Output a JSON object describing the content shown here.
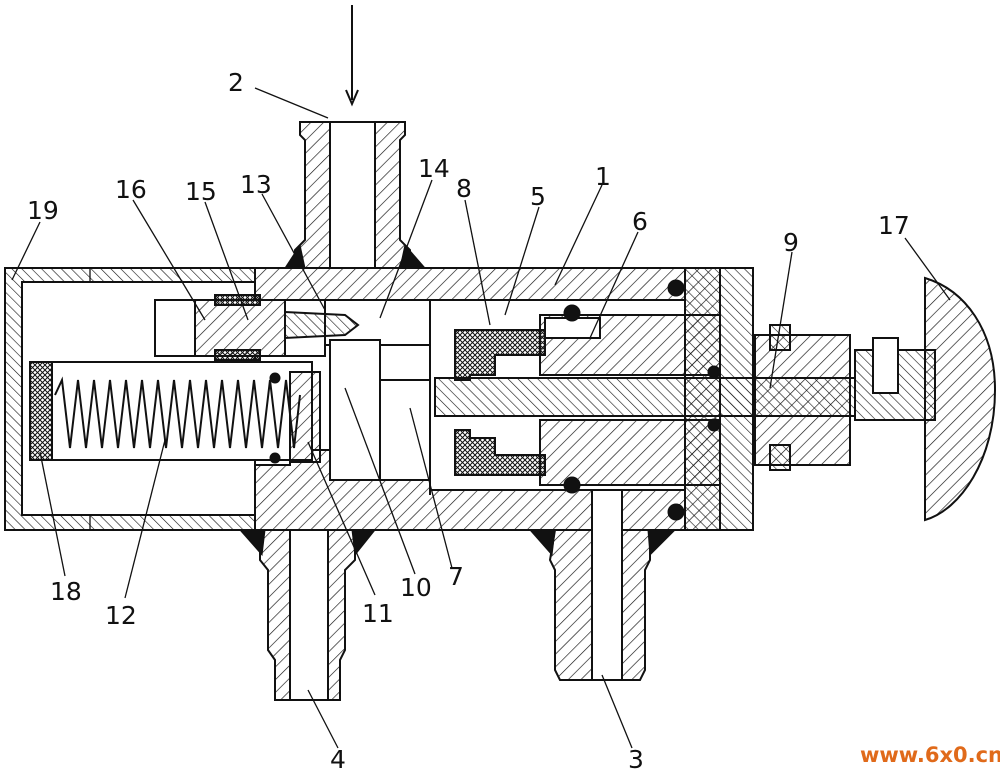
{
  "callouts": [
    {
      "key": "n1",
      "text": "1"
    },
    {
      "key": "n2",
      "text": "2"
    },
    {
      "key": "n3",
      "text": "3"
    },
    {
      "key": "n4",
      "text": "4"
    },
    {
      "key": "n5",
      "text": "5"
    },
    {
      "key": "n6",
      "text": "6"
    },
    {
      "key": "n7",
      "text": "7"
    },
    {
      "key": "n8",
      "text": "8"
    },
    {
      "key": "n9",
      "text": "9"
    },
    {
      "key": "n10",
      "text": "10"
    },
    {
      "key": "n11",
      "text": "11"
    },
    {
      "key": "n12",
      "text": "12"
    },
    {
      "key": "n13",
      "text": "13"
    },
    {
      "key": "n14",
      "text": "14"
    },
    {
      "key": "n15",
      "text": "15"
    },
    {
      "key": "n16",
      "text": "16"
    },
    {
      "key": "n17",
      "text": "17"
    },
    {
      "key": "n18",
      "text": "18"
    },
    {
      "key": "n19",
      "text": "19"
    }
  ],
  "watermark": "www.6x0.cn",
  "colors": {
    "line": "#111111",
    "watermark": "#e06a1a",
    "background": "#ffffff"
  }
}
